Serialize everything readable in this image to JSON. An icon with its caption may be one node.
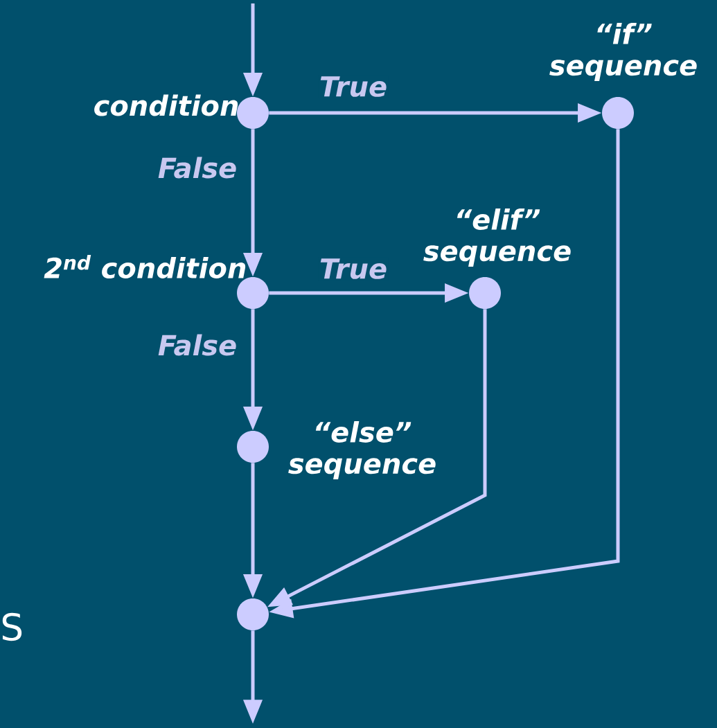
{
  "diagram": {
    "nodes": [
      {
        "text": [
          "condition"
        ]
      },
      {
        "text": [
          "“if” sequence"
        ]
      },
      {
        "text": [
          "2$^{nd}$ condition"
        ]
      },
      {
        "text": [
          "“elif” sequence"
        ]
      },
      {
        "text": [
          "“else” sequence"
        ]
      },
      {
        "text": [],
        "shape": "circle"
      }
    ],
    "edges": [
      {
        "from": null,
        "to": 0,
        "arrow": "to"
      },
      {
        "from": 0,
        "to": 1,
        "arrow": "to",
        "label": "True"
      },
      {
        "from": 0,
        "to": 2,
        "arrow": "to",
        "label": "False"
      },
      {
        "from": 2,
        "to": 3,
        "arrow": "to",
        "label": "True"
      },
      {
        "from": 2,
        "to": 4,
        "arrow": "to",
        "label": "False"
      },
      {
        "from": 4,
        "to": 5,
        "arrow": "to"
      },
      {
        "from": 3,
        "to": 5,
        "arrow": "to"
      },
      {
        "from": 1,
        "to": 5,
        "arrow": "to"
      },
      {
        "from": 5,
        "to": null,
        "arrow": "to"
      }
    ],
    "labels": [
      "S"
    ]
  }
}
